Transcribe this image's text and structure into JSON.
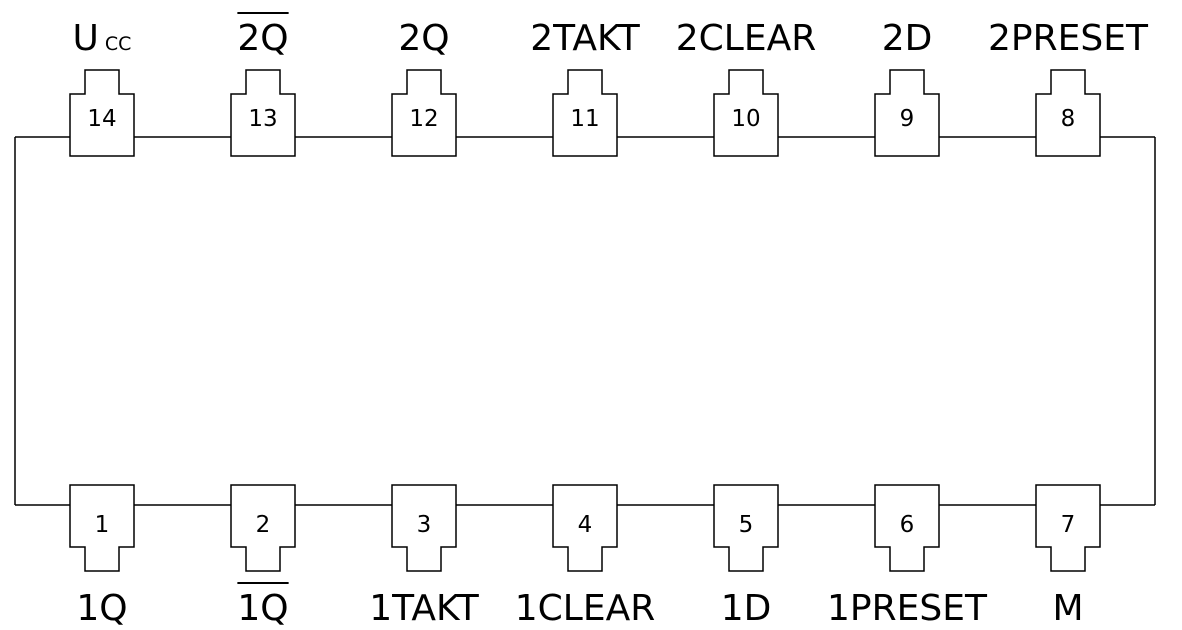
{
  "chip": {
    "top_pins": [
      {
        "number": "14",
        "label": "U",
        "label_sub": "CC",
        "overline": false
      },
      {
        "number": "13",
        "label": "2Q",
        "overline": true
      },
      {
        "number": "12",
        "label": "2Q",
        "overline": false
      },
      {
        "number": "11",
        "label": "2TAKT",
        "overline": false
      },
      {
        "number": "10",
        "label": "2CLEAR",
        "overline": false
      },
      {
        "number": "9",
        "label": "2D",
        "overline": false
      },
      {
        "number": "8",
        "label": "2PRESET",
        "overline": false
      }
    ],
    "bottom_pins": [
      {
        "number": "1",
        "label": "1Q",
        "overline": false
      },
      {
        "number": "2",
        "label": "1Q",
        "overline": true
      },
      {
        "number": "3",
        "label": "1TAKT",
        "overline": false
      },
      {
        "number": "4",
        "label": "1CLEAR",
        "overline": false
      },
      {
        "number": "5",
        "label": "1D",
        "overline": false
      },
      {
        "number": "6",
        "label": "1PRESET",
        "overline": false
      },
      {
        "number": "7",
        "label": "M",
        "overline": false
      }
    ]
  }
}
